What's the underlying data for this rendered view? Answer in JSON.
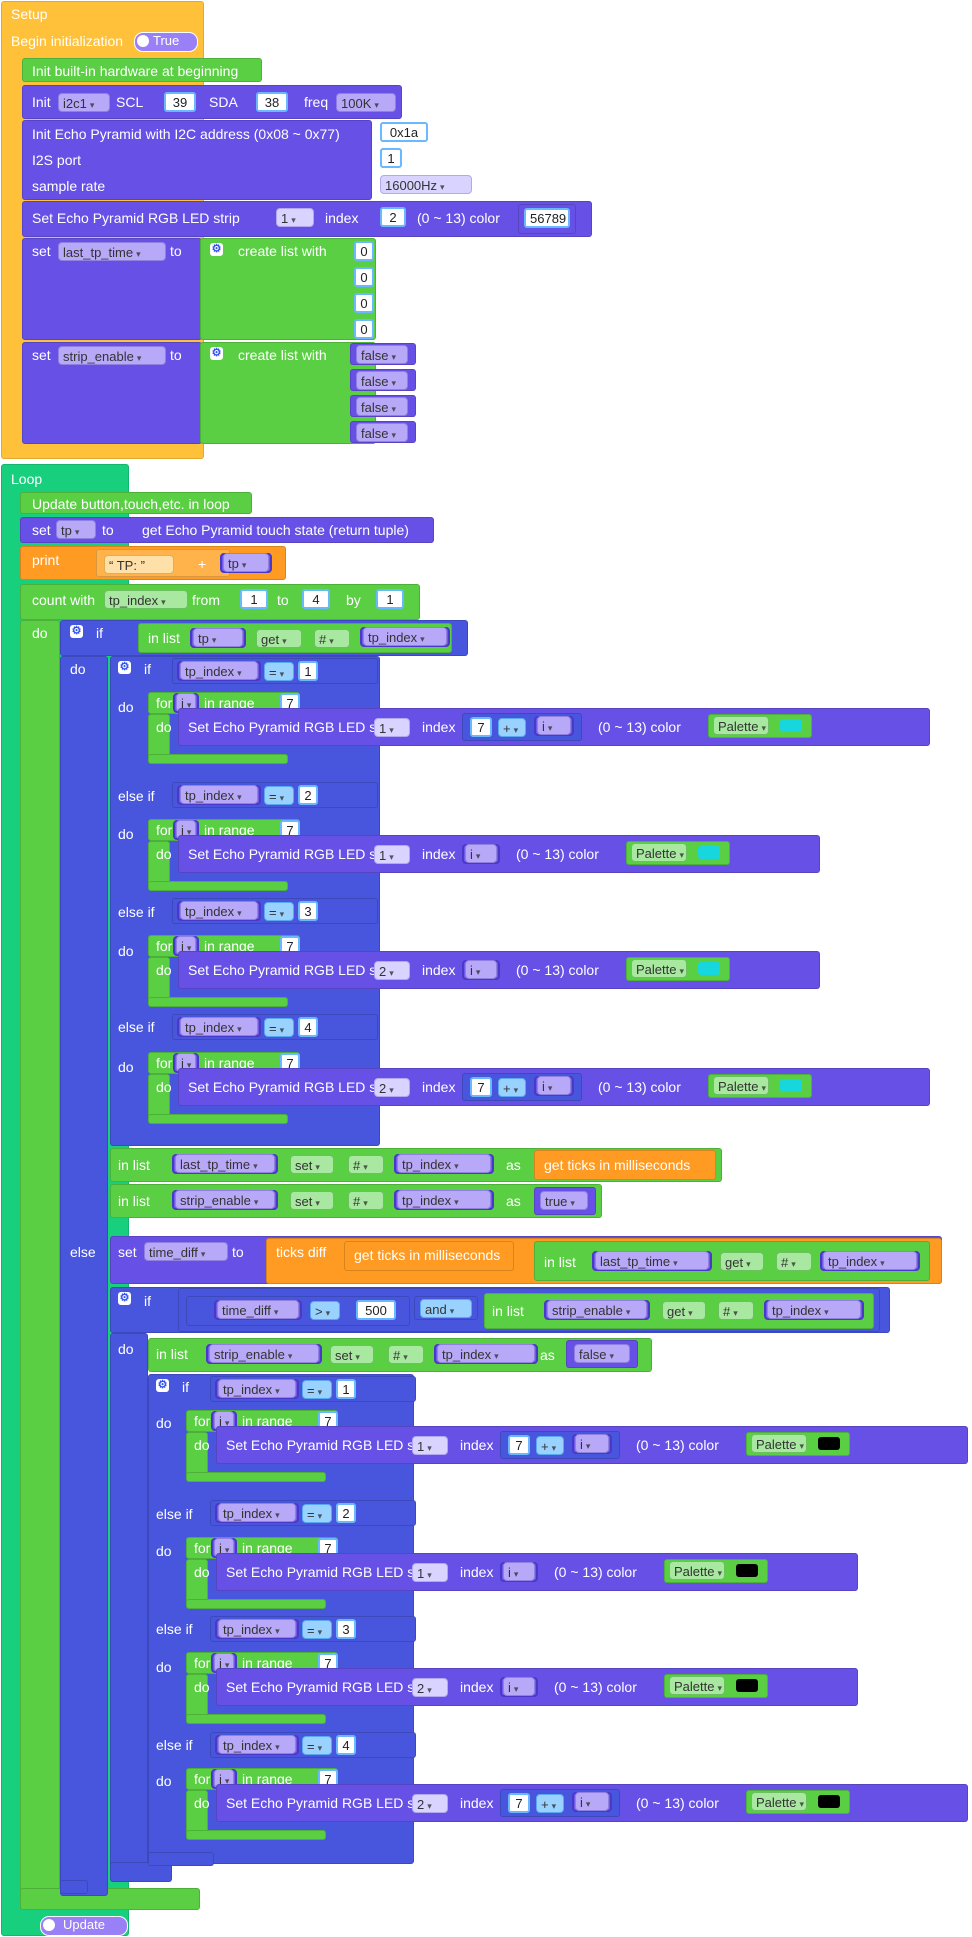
{
  "colors": {
    "setup": "#ffc13a",
    "loop": "#17cf7c",
    "hardware": "#5bcf44",
    "device": "#6650e6",
    "control": "#4756dc",
    "text": "#ff9b22",
    "palette_cyan": "#18d6de",
    "palette_black": "#000000"
  },
  "setup": {
    "title": "Setup",
    "begin_label": "Begin initialization",
    "begin_toggle": "True",
    "init_hw": "Init built-in hardware at beginning",
    "init_i2c": {
      "init": "Init",
      "bus": "i2c1",
      "scl_label": "SCL",
      "scl": "39",
      "sda_label": "SDA",
      "sda": "38",
      "freq_label": "freq",
      "freq": "100K"
    },
    "init_pyramid": {
      "label": "Init Echo Pyramid with I2C address (0x08 ~ 0x77)",
      "address": "0x1a",
      "i2s_label": "I2S port",
      "i2s": "1",
      "rate_label": "sample rate",
      "rate": "16000Hz"
    },
    "set_led": {
      "label": "Set Echo Pyramid RGB LED strip",
      "strip": "1",
      "index_label": "index",
      "index": "2",
      "range_label": "(0 ~ 13) color",
      "color": "56789"
    },
    "set_last": {
      "set": "set",
      "var": "last_tp_time",
      "to": "to",
      "create": "create list with",
      "items": [
        "0",
        "0",
        "0",
        "0"
      ]
    },
    "set_strip": {
      "set": "set",
      "var": "strip_enable",
      "to": "to",
      "create": "create list with",
      "items": [
        "false",
        "false",
        "false",
        "false"
      ]
    }
  },
  "loop": {
    "title": "Loop",
    "update_label": "Update button,touch,etc. in loop",
    "set_tp": {
      "set": "set",
      "var": "tp",
      "to": "to",
      "get": "get Echo Pyramid touch state (return tuple)"
    },
    "print": {
      "label": "print",
      "text": "TP:",
      "plus": "+",
      "var": "tp"
    },
    "count": {
      "label": "count with",
      "var": "tp_index",
      "from": "from",
      "from_v": "1",
      "to": "to",
      "to_v": "4",
      "by": "by",
      "by_v": "1"
    },
    "kw": {
      "do": "do",
      "if": "if",
      "else_if": "else if",
      "else": "else",
      "for": "for",
      "in_range": "in range",
      "in_list": "in list",
      "get": "get",
      "set": "set",
      "hash": "#",
      "as": "as",
      "eq": "=",
      "gt": ">",
      "and": "and",
      "plus": "+"
    },
    "vars": {
      "tp": "tp",
      "tp_index": "tp_index",
      "i": "i",
      "last_tp_time": "last_tp_time",
      "strip_enable": "strip_enable",
      "time_diff": "time_diff"
    },
    "led": {
      "label": "Set Echo Pyramid RGB LED strip",
      "index": "index",
      "range": "(0 ~ 13) color",
      "palette": "Palette"
    },
    "nums": {
      "n1": "1",
      "n2": "2",
      "n3": "3",
      "n4": "4",
      "n7": "7",
      "n500": "500"
    },
    "ticks": "get ticks in milliseconds",
    "ticks_diff": "ticks diff",
    "true_v": "true",
    "false_v": "false",
    "update_toggle": "Update"
  }
}
